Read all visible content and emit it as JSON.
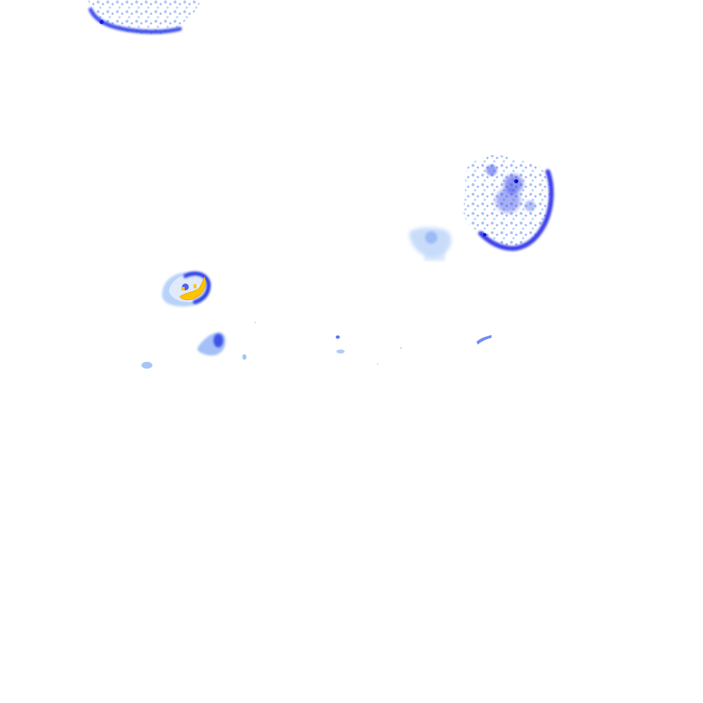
{
  "map": {
    "kind": "precipitation-radar-overlay-tile",
    "background_color": "#ffffff",
    "colors": {
      "light": "#8fb8f6",
      "pale": "#c6dcfb",
      "medium": "#5a78f0",
      "strong": "#2f3fe6",
      "core": "#2018d8",
      "heavy": "#ffc400",
      "heavy_edge": "#f0a800"
    },
    "echo_cells": [
      {
        "name": "echo-cell-north-west",
        "intensity": "medium"
      },
      {
        "name": "echo-cell-east",
        "intensity": "medium"
      },
      {
        "name": "echo-cell-east-fringe",
        "intensity": "light"
      },
      {
        "name": "echo-cell-west-core",
        "intensity": "heavy"
      },
      {
        "name": "echo-cell-south-west",
        "intensity": "strong"
      },
      {
        "name": "echo-speckles",
        "intensity": "light"
      }
    ]
  }
}
